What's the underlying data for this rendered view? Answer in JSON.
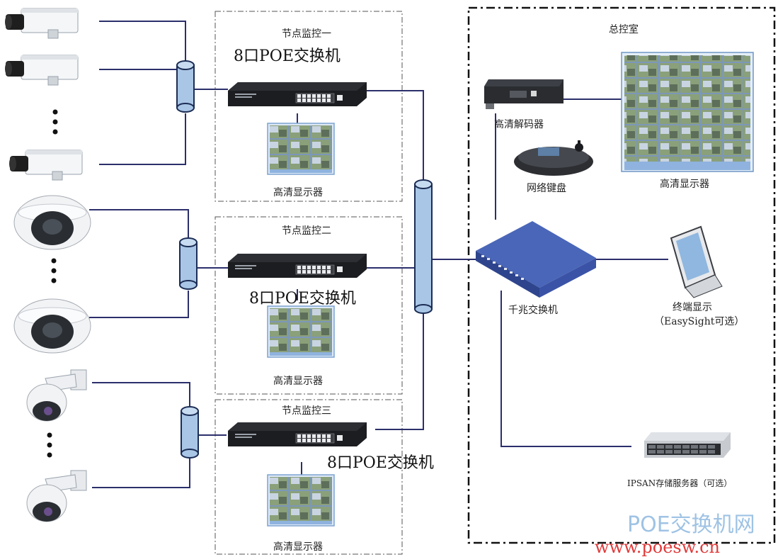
{
  "labels": {
    "node1_title": "节点监控一",
    "node2_title": "节点监控二",
    "node3_title": "节点监控三",
    "switch_label": "8口POE交换机",
    "hd_monitor": "高清显示器",
    "control_room": "总控室",
    "hd_decoder": "高清解码器",
    "network_keyboard": "网络键盘",
    "gigabit_switch": "千兆交换机",
    "terminal_display": "终端显示",
    "terminal_display_note": "（EasySight可选）",
    "ipsan": "IPSAN存储服务器（可选）"
  },
  "watermark": {
    "brand": "POE交换机网",
    "url": "www.poesw.cn"
  },
  "colors": {
    "cable": "#2b2f6b",
    "tube_fill": "#a9c6e6",
    "tube_stroke": "#1c2d55",
    "switch_blue": "#3b53a6",
    "watermark_blue": "#9fc3e4",
    "watermark_red": "#e23a3a"
  }
}
